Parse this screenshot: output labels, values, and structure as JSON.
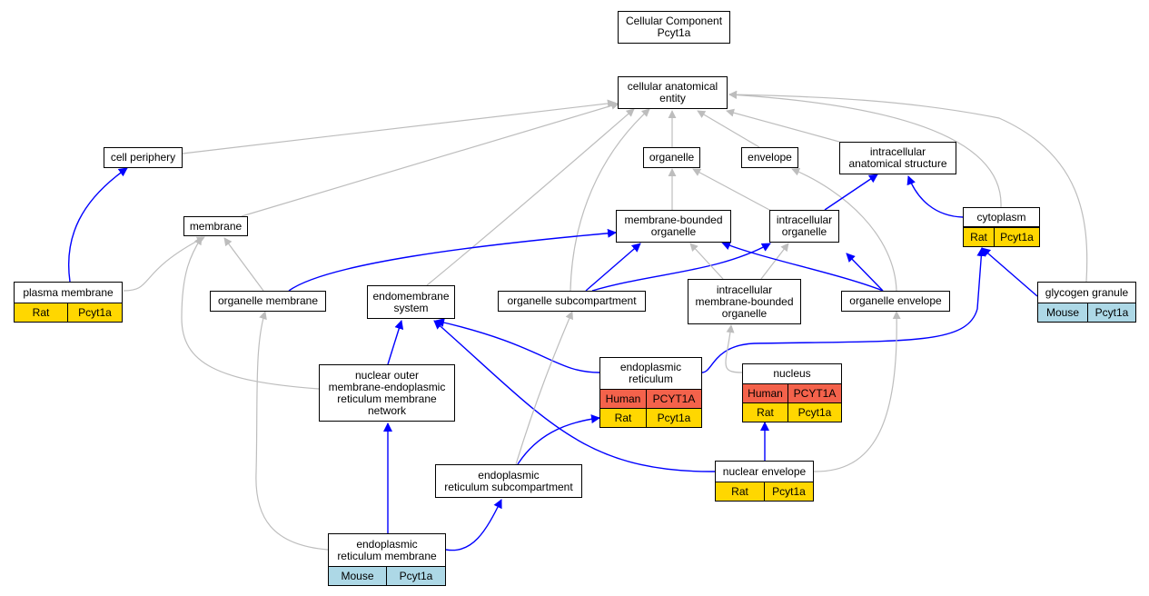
{
  "colors": {
    "edge_gray": "#bdbdbd",
    "edge_blue": "#0000ff",
    "human": "#f4624b",
    "rat": "#ffd700",
    "mouse": "#add8e6"
  },
  "nodes": {
    "root": "Cellular Component\nPcyt1a",
    "cae": "cellular anatomical\nentity",
    "cell_periphery": "cell periphery",
    "organelle": "organelle",
    "envelope": "envelope",
    "ias": "intracellular\nanatomical structure",
    "membrane": "membrane",
    "mbo": "membrane-bounded\norganelle",
    "io": "intracellular\norganelle",
    "cytoplasm": "cytoplasm",
    "plasma_membrane": "plasma membrane",
    "organelle_membrane": "organelle membrane",
    "endomembrane": "endomembrane\nsystem",
    "org_subcomp": "organelle subcompartment",
    "imbo": "intracellular\nmembrane-bounded\norganelle",
    "org_envelope": "organelle envelope",
    "glycogen": "glycogen granule",
    "nucleus": "nucleus",
    "er": "endoplasmic\nreticulum",
    "nomernet": "nuclear outer\nmembrane-endoplasmic\nreticulum membrane\nnetwork",
    "nuc_envelope": "nuclear envelope",
    "er_subcomp": "endoplasmic\nreticulum subcompartment",
    "er_membrane": "endoplasmic\nreticulum membrane"
  },
  "annotations": {
    "cytoplasm": [
      {
        "species": "Rat",
        "gene": "Pcyt1a"
      }
    ],
    "plasma_membrane": [
      {
        "species": "Rat",
        "gene": "Pcyt1a"
      }
    ],
    "glycogen": [
      {
        "species": "Mouse",
        "gene": "Pcyt1a"
      }
    ],
    "er": [
      {
        "species": "Human",
        "gene": "PCYT1A"
      },
      {
        "species": "Rat",
        "gene": "Pcyt1a"
      }
    ],
    "nucleus": [
      {
        "species": "Human",
        "gene": "PCYT1A"
      },
      {
        "species": "Rat",
        "gene": "Pcyt1a"
      }
    ],
    "nuc_envelope": [
      {
        "species": "Rat",
        "gene": "Pcyt1a"
      }
    ],
    "er_membrane": [
      {
        "species": "Mouse",
        "gene": "Pcyt1a"
      }
    ]
  },
  "edges": [
    {
      "from": "cae",
      "to": "root",
      "kind": "gray"
    },
    {
      "from": "cell_periphery",
      "to": "cae",
      "kind": "gray"
    },
    {
      "from": "organelle",
      "to": "cae",
      "kind": "gray"
    },
    {
      "from": "envelope",
      "to": "cae",
      "kind": "gray"
    },
    {
      "from": "ias",
      "to": "cae",
      "kind": "gray"
    },
    {
      "from": "membrane",
      "to": "cae",
      "kind": "gray"
    },
    {
      "from": "endomembrane",
      "to": "cae",
      "kind": "gray"
    },
    {
      "from": "org_subcomp",
      "to": "cae",
      "kind": "gray"
    },
    {
      "from": "cytoplasm",
      "to": "cae",
      "kind": "gray"
    },
    {
      "from": "glycogen",
      "to": "cae",
      "kind": "gray"
    },
    {
      "from": "mbo",
      "to": "organelle",
      "kind": "gray"
    },
    {
      "from": "io",
      "to": "organelle",
      "kind": "gray"
    },
    {
      "from": "org_envelope",
      "to": "envelope",
      "kind": "gray"
    },
    {
      "from": "io",
      "to": "ias",
      "kind": "blue"
    },
    {
      "from": "cytoplasm",
      "to": "ias",
      "kind": "blue"
    },
    {
      "from": "plasma_membrane",
      "to": "cell_periphery",
      "kind": "blue"
    },
    {
      "from": "plasma_membrane",
      "to": "membrane",
      "kind": "gray"
    },
    {
      "from": "organelle_membrane",
      "to": "membrane",
      "kind": "gray"
    },
    {
      "from": "nomernet",
      "to": "membrane",
      "kind": "gray"
    },
    {
      "from": "organelle_membrane",
      "to": "mbo",
      "kind": "blue"
    },
    {
      "from": "org_subcomp",
      "to": "mbo",
      "kind": "blue"
    },
    {
      "from": "org_subcomp",
      "to": "io",
      "kind": "blue"
    },
    {
      "from": "imbo",
      "to": "mbo",
      "kind": "gray"
    },
    {
      "from": "imbo",
      "to": "io",
      "kind": "gray"
    },
    {
      "from": "org_envelope",
      "to": "mbo",
      "kind": "blue"
    },
    {
      "from": "org_envelope",
      "to": "io",
      "kind": "blue"
    },
    {
      "from": "glycogen",
      "to": "cytoplasm",
      "kind": "blue"
    },
    {
      "from": "er",
      "to": "cytoplasm",
      "kind": "blue"
    },
    {
      "from": "er",
      "to": "endomembrane",
      "kind": "blue"
    },
    {
      "from": "nucleus",
      "to": "imbo",
      "kind": "gray"
    },
    {
      "from": "nomernet",
      "to": "endomembrane",
      "kind": "blue"
    },
    {
      "from": "nuc_envelope",
      "to": "endomembrane",
      "kind": "blue"
    },
    {
      "from": "nuc_envelope",
      "to": "nucleus",
      "kind": "blue"
    },
    {
      "from": "nuc_envelope",
      "to": "org_envelope",
      "kind": "gray"
    },
    {
      "from": "er_subcomp",
      "to": "er",
      "kind": "blue"
    },
    {
      "from": "er_subcomp",
      "to": "org_subcomp",
      "kind": "gray"
    },
    {
      "from": "er_membrane",
      "to": "nomernet",
      "kind": "blue"
    },
    {
      "from": "er_membrane",
      "to": "er_subcomp",
      "kind": "blue"
    },
    {
      "from": "er_membrane",
      "to": "organelle_membrane",
      "kind": "gray"
    }
  ]
}
